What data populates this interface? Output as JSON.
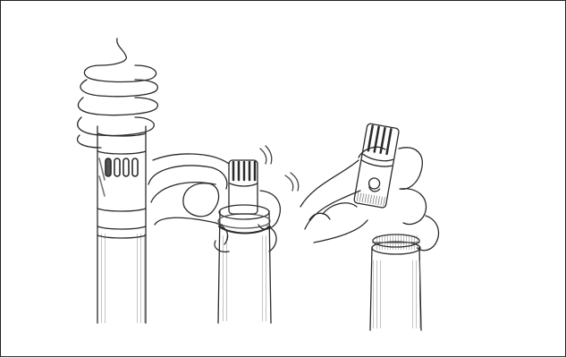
{
  "figure": {
    "kind": "line-drawing illustration",
    "caption": "",
    "colors": {
      "background": "#ffffff",
      "ink": "#2a2a2a",
      "shade": "#9a9a9a",
      "border": "#222222"
    },
    "panels": [
      {
        "name": "probe-with-spiral-protector",
        "description": ""
      },
      {
        "name": "hand-unscrewing-sensor-cap",
        "description": ""
      },
      {
        "name": "hand-holding-removed-sensor-cap",
        "description": ""
      }
    ]
  }
}
